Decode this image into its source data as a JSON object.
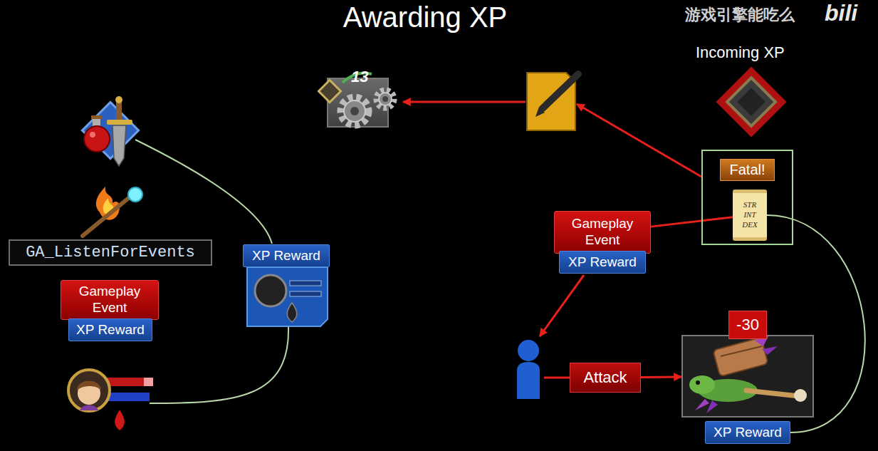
{
  "diagram": {
    "title": "Awarding XP",
    "nodes": [
      {
        "text": [
          "GA_ListenForEvents"
        ]
      },
      {
        "text": [
          "Gameplay Event"
        ]
      },
      {
        "text": [
          "XP Reward"
        ]
      },
      {
        "text": [
          "XP Reward"
        ]
      },
      {
        "text": [
          "Fatal!"
        ]
      },
      {
        "text": [
          "STR INT DEX"
        ],
        "in": 4
      },
      {
        "text": [
          "Gameplay Event"
        ]
      },
      {
        "text": [
          "XP Reward"
        ]
      },
      {
        "text": [
          "Attack"
        ]
      },
      {
        "text": [
          "-30"
        ]
      },
      {
        "text": [
          "XP Reward"
        ]
      }
    ],
    "edges": [
      {
        "from": 6,
        "to": 5,
        "arrow": "none"
      },
      {
        "from": 8,
        "to": 9,
        "arrow": "to"
      },
      {
        "from": 10,
        "to": 5,
        "arrow": "none"
      }
    ],
    "labels": [
      "游戏引擎能吃么",
      "bili",
      "Incoming XP",
      "13"
    ]
  }
}
